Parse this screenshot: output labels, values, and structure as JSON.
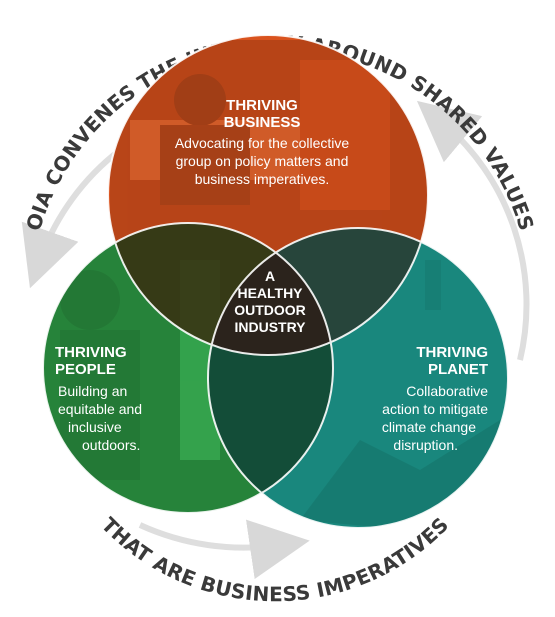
{
  "outer_text": {
    "top": "OIA CONVENES THE INDUSTRY AROUND SHARED VALUES",
    "bottom": "THAT ARE BUSINESS IMPERATIVES"
  },
  "circles": {
    "business": {
      "title_line1": "THRIVING",
      "title_line2": "BUSINESS",
      "body": [
        "Advocating for the collective",
        "group on policy matters and",
        "business imperatives."
      ],
      "color": "#d9531e"
    },
    "people": {
      "title_line1": "THRIVING",
      "title_line2": "PEOPLE",
      "body": [
        "Building an",
        "equitable and",
        "inclusive",
        "outdoors."
      ],
      "color": "#2e9a45"
    },
    "planet": {
      "title_line1": "THRIVING",
      "title_line2": "PLANET",
      "body": [
        "Collaborative",
        "action to mitigate",
        "climate change",
        "disruption."
      ],
      "color": "#1f9e92"
    }
  },
  "center": {
    "lines": [
      "A",
      "HEALTHY",
      "OUTDOOR",
      "INDUSTRY"
    ]
  },
  "colors": {
    "ring": "#e3e3e3",
    "arrow": "#d8d8d8",
    "center_fill": "#2b231c"
  }
}
